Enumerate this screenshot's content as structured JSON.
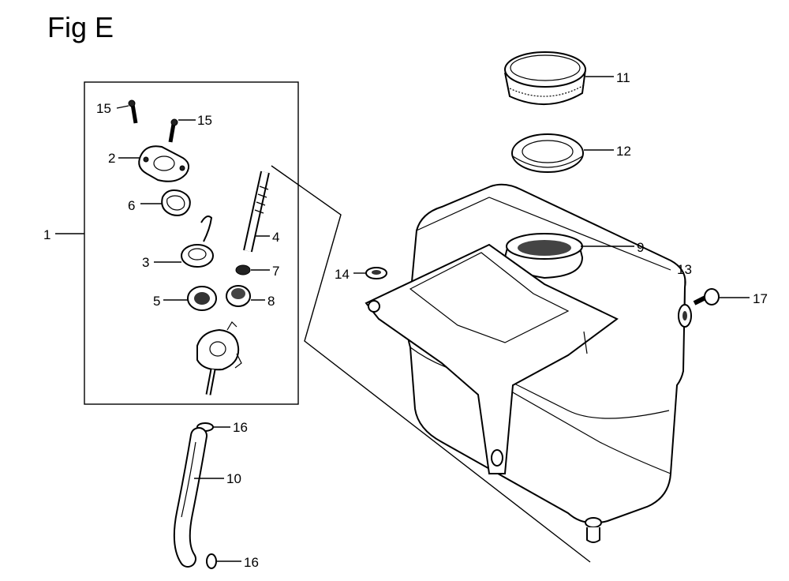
{
  "figure": {
    "title": "Fig E"
  },
  "callouts": [
    {
      "id": "c15a",
      "label": "15"
    },
    {
      "id": "c15b",
      "label": "15"
    },
    {
      "id": "c2",
      "label": "2"
    },
    {
      "id": "c6",
      "label": "6"
    },
    {
      "id": "c1",
      "label": "1"
    },
    {
      "id": "c3",
      "label": "3"
    },
    {
      "id": "c4",
      "label": "4"
    },
    {
      "id": "c7",
      "label": "7"
    },
    {
      "id": "c5",
      "label": "5"
    },
    {
      "id": "c8",
      "label": "8"
    },
    {
      "id": "c16a",
      "label": "16"
    },
    {
      "id": "c10",
      "label": "10"
    },
    {
      "id": "c16b",
      "label": "16"
    },
    {
      "id": "c11",
      "label": "11"
    },
    {
      "id": "c12",
      "label": "12"
    },
    {
      "id": "c9",
      "label": "9"
    },
    {
      "id": "c14",
      "label": "14"
    },
    {
      "id": "c13",
      "label": "13"
    },
    {
      "id": "c17",
      "label": "17"
    }
  ]
}
